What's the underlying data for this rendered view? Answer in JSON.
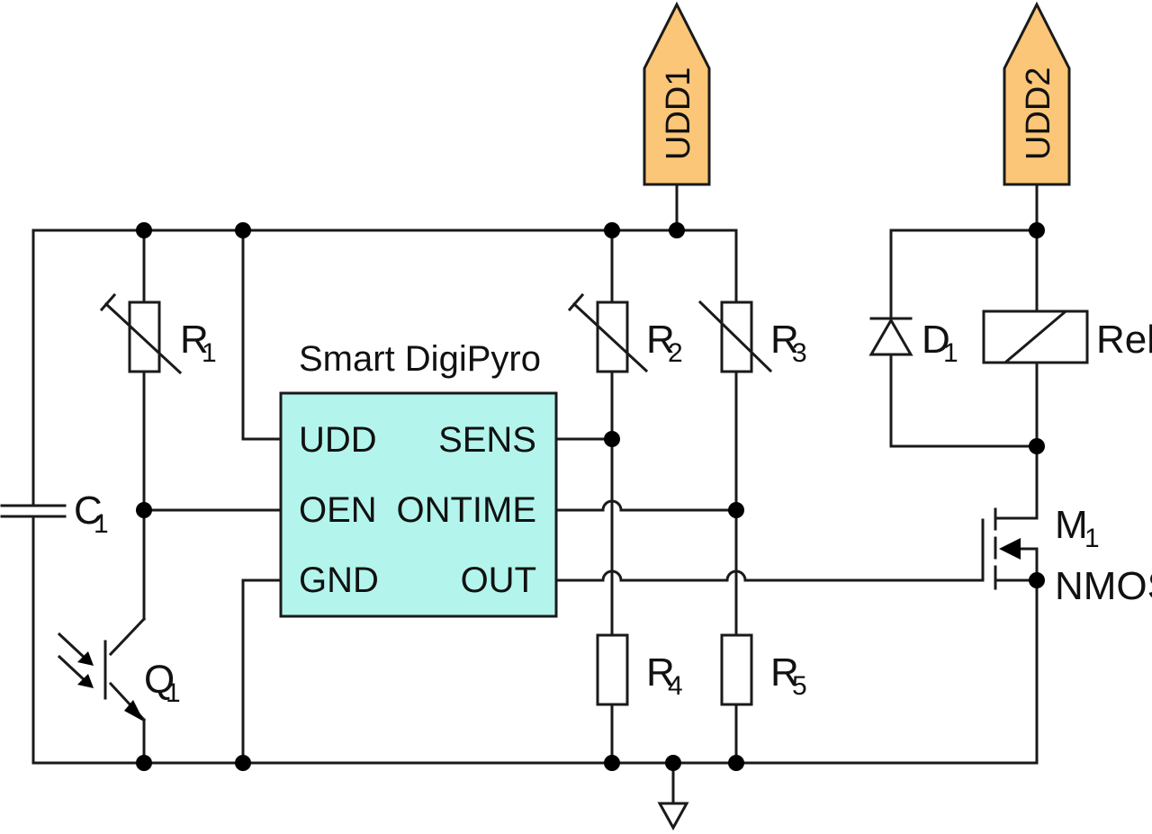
{
  "colors": {
    "chip_fill": "#b3f5ec",
    "supply_fill": "#fbc677",
    "wire": "#1a1a1a"
  },
  "chip": {
    "title": "Smart DigiPyro",
    "pins_left": [
      "UDD",
      "OEN",
      "GND"
    ],
    "pins_right": [
      "SENS",
      "ONTIME",
      "OUT"
    ]
  },
  "supplies": [
    {
      "label": "UDD1"
    },
    {
      "label": "UDD2"
    }
  ],
  "components": {
    "R1": {
      "main": "R",
      "sub": "1"
    },
    "R2": {
      "main": "R",
      "sub": "2"
    },
    "R3": {
      "main": "R",
      "sub": "3"
    },
    "R4": {
      "main": "R",
      "sub": "4"
    },
    "R5": {
      "main": "R",
      "sub": "5"
    },
    "C1": {
      "main": "C",
      "sub": "1"
    },
    "Q1": {
      "main": "Q",
      "sub": "1"
    },
    "D1": {
      "main": "D",
      "sub": "1"
    },
    "M1": {
      "main": "M",
      "sub": "1",
      "type": "NMOS"
    },
    "Rel": {
      "main": "Rel"
    }
  }
}
